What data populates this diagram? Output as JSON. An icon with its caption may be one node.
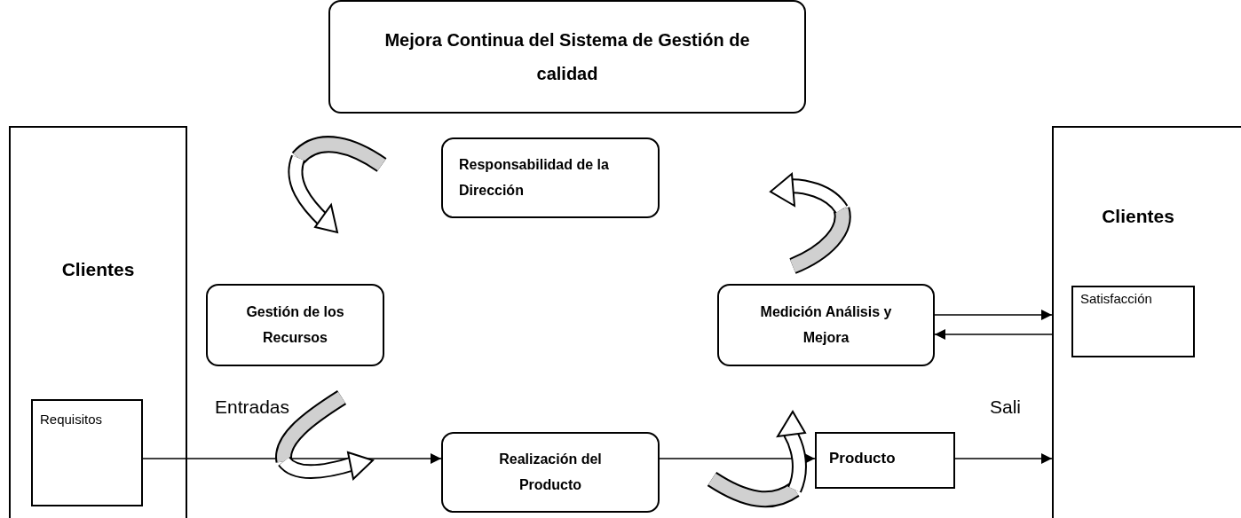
{
  "diagram": {
    "nodes": [
      {
        "text": [
          "Mejora Continua del Sistema de Gestión de calidad"
        ]
      },
      {
        "text": [
          "Clientes"
        ]
      },
      {
        "text": [
          "Requisitos"
        ],
        "in": 1
      },
      {
        "text": [
          "Responsabilidad de la Dirección"
        ]
      },
      {
        "text": [
          "Gestión de los Recursos"
        ]
      },
      {
        "text": [
          "Medición Análisis y Mejora"
        ]
      },
      {
        "text": [
          "Realización del Producto"
        ]
      },
      {
        "text": [
          "Producto"
        ]
      },
      {
        "text": [
          "Clientes"
        ]
      },
      {
        "text": [
          "Satisfacción"
        ],
        "in": 8
      }
    ],
    "edges": [
      {
        "from": 2,
        "to": 6,
        "arrow": "to"
      },
      {
        "from": 6,
        "to": 7,
        "arrow": "to"
      },
      {
        "from": 7,
        "to": 8,
        "arrow": "to"
      },
      {
        "from": 5,
        "to": 8,
        "arrow": "to"
      },
      {
        "from": 8,
        "to": 5,
        "arrow": "to"
      }
    ],
    "labels": [
      "Entradas",
      "Sali"
    ]
  }
}
